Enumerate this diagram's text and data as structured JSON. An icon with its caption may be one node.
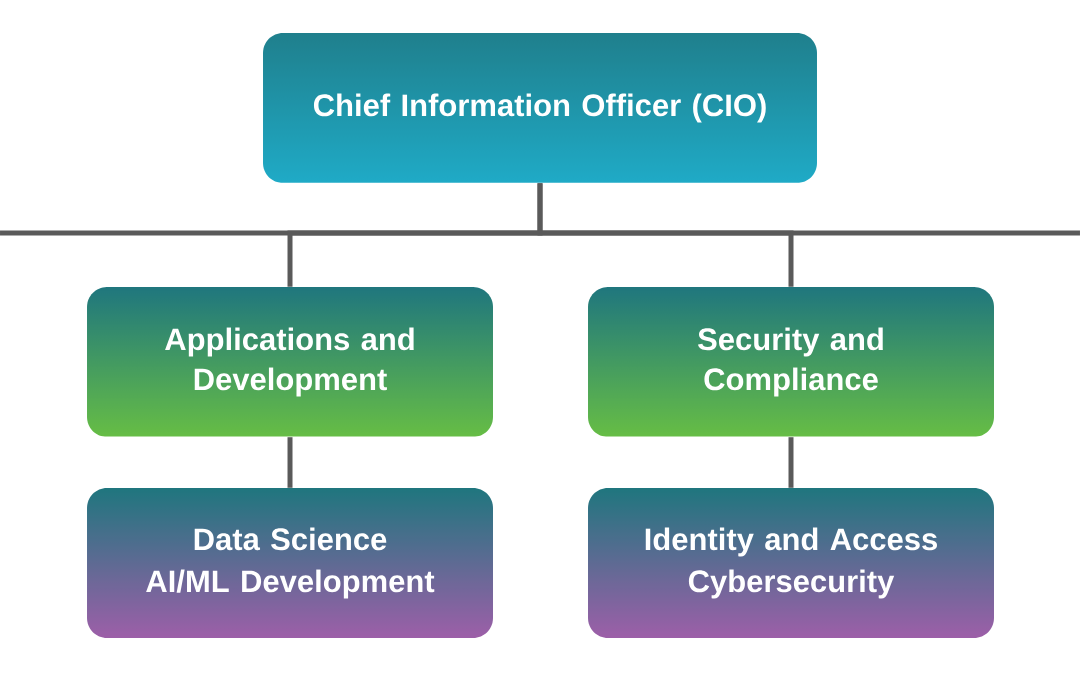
{
  "diagram": {
    "nodes": [
      {
        "text": [
          "Chief Information Officer (CIO)"
        ]
      },
      {
        "text": [
          "Applications and Development"
        ]
      },
      {
        "text": [
          "Security and Compliance"
        ]
      },
      {
        "text": [
          "Data Science",
          "AI/ML Development"
        ]
      },
      {
        "text": [
          "Identity and Access",
          "Cybersecurity"
        ]
      }
    ],
    "edges": [
      {
        "from": 0,
        "to": 1,
        "arrow": "none"
      },
      {
        "from": 0,
        "to": 2,
        "arrow": "none"
      },
      {
        "from": 1,
        "to": 3,
        "arrow": "none"
      },
      {
        "from": 2,
        "to": 4,
        "arrow": "none"
      }
    ]
  }
}
